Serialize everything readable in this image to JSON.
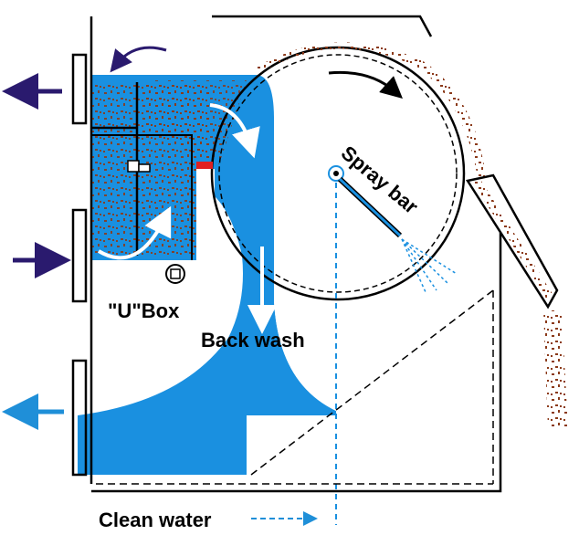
{
  "labels": {
    "u_box": "\"U\"Box",
    "back_wash": "Back wash",
    "spray_bar": "Spray bar",
    "clean_water": "Clean water"
  },
  "colors": {
    "water": "#1a90e0",
    "dark_arrow": "#2a1a6e",
    "clean_arrow": "#1f8fd8",
    "particles": "#8b3a1a",
    "outline": "#000000",
    "red_marker": "#e02020"
  },
  "icons": [
    "rotation-arrow-icon",
    "outlet-arrow-icon",
    "inlet-arrow-icon",
    "clean-water-arrow-icon",
    "flow-arrow-icon"
  ]
}
